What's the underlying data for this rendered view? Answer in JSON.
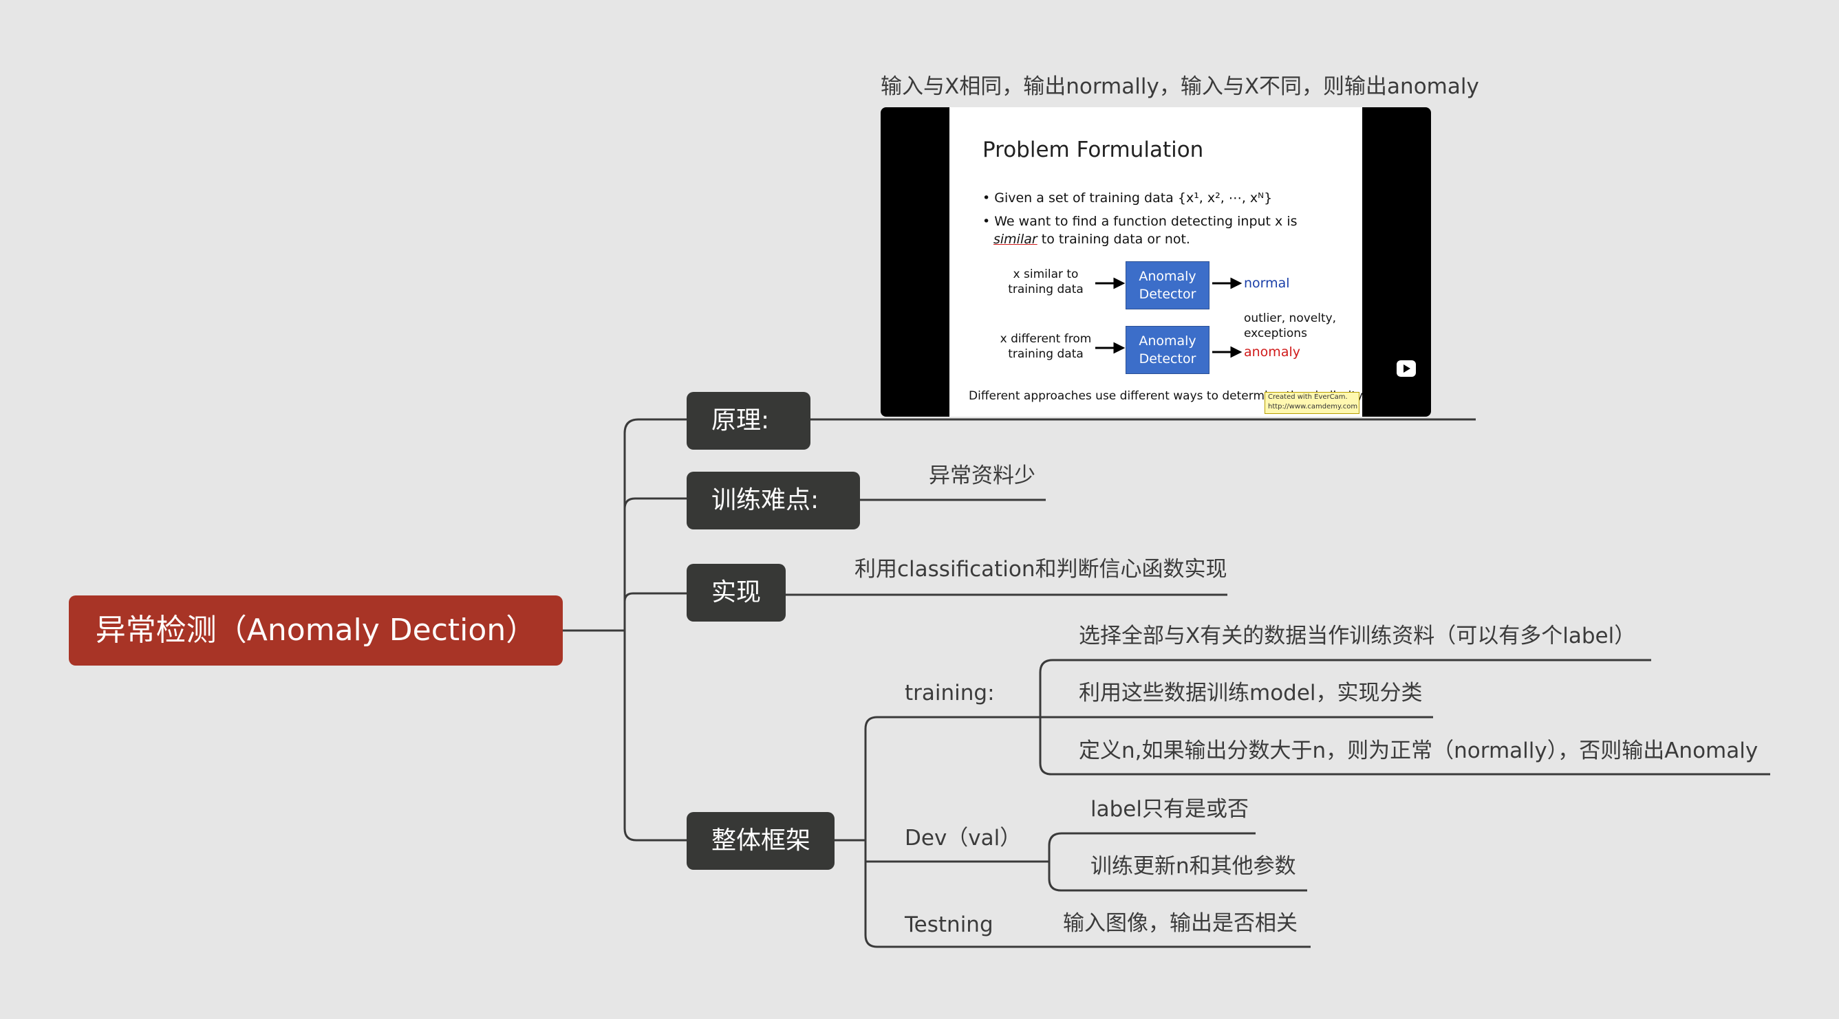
{
  "root": {
    "label": "异常检测（Anomaly Dection）"
  },
  "branches": {
    "principle": {
      "label": "原理:",
      "note": "输入与X相同，输出normally，输入与X不同，则输出anomaly"
    },
    "difficulty": {
      "label": "训练难点:",
      "leaf": "异常资料少"
    },
    "implementation": {
      "label": "实现",
      "leaf": "利用classification和判断信心函数实现"
    },
    "framework": {
      "label": "整体框架",
      "training": {
        "label": "training:",
        "items": [
          "选择全部与X有关的数据当作训练资料（可以有多个label）",
          "利用这些数据训练model，实现分类",
          "定义n,如果输出分数大于n，则为正常（normally），否则输出Anomaly"
        ]
      },
      "dev": {
        "label": "Dev（val）",
        "items": [
          "label只有是或否",
          "训练更新n和其他参数"
        ]
      },
      "testing": {
        "label": "Testning",
        "items": [
          "输入图像，输出是否相关"
        ]
      }
    }
  },
  "slide": {
    "title": "Problem Formulation",
    "bullet1": "• Given a set of training data {x¹, x², ⋯, xᴺ}",
    "bullet2a": "• We want to find a function detecting input x is",
    "bullet2b_word": "similar",
    "bullet2b_rest": " to training data or not.",
    "row1_input": [
      "x similar to",
      "training data"
    ],
    "row2_input": [
      "x different from",
      "training data"
    ],
    "detector": [
      "Anomaly",
      "Detector"
    ],
    "normal": "normal",
    "row2_extra": [
      "outlier, novelty,",
      "exceptions"
    ],
    "anomaly": "anomaly",
    "footer": "Different approaches use different ways to determine the similarity.",
    "evercam": [
      "Created with EverCam.",
      "http://www.camdemy.com"
    ]
  },
  "colors": {
    "background": "#e6e6e6",
    "root": "#a83426",
    "branch": "#373836",
    "line": "#3a3a3a",
    "detector": "#3c6ec9",
    "normal": "#1a3fa8",
    "anomaly": "#d01a1a"
  }
}
